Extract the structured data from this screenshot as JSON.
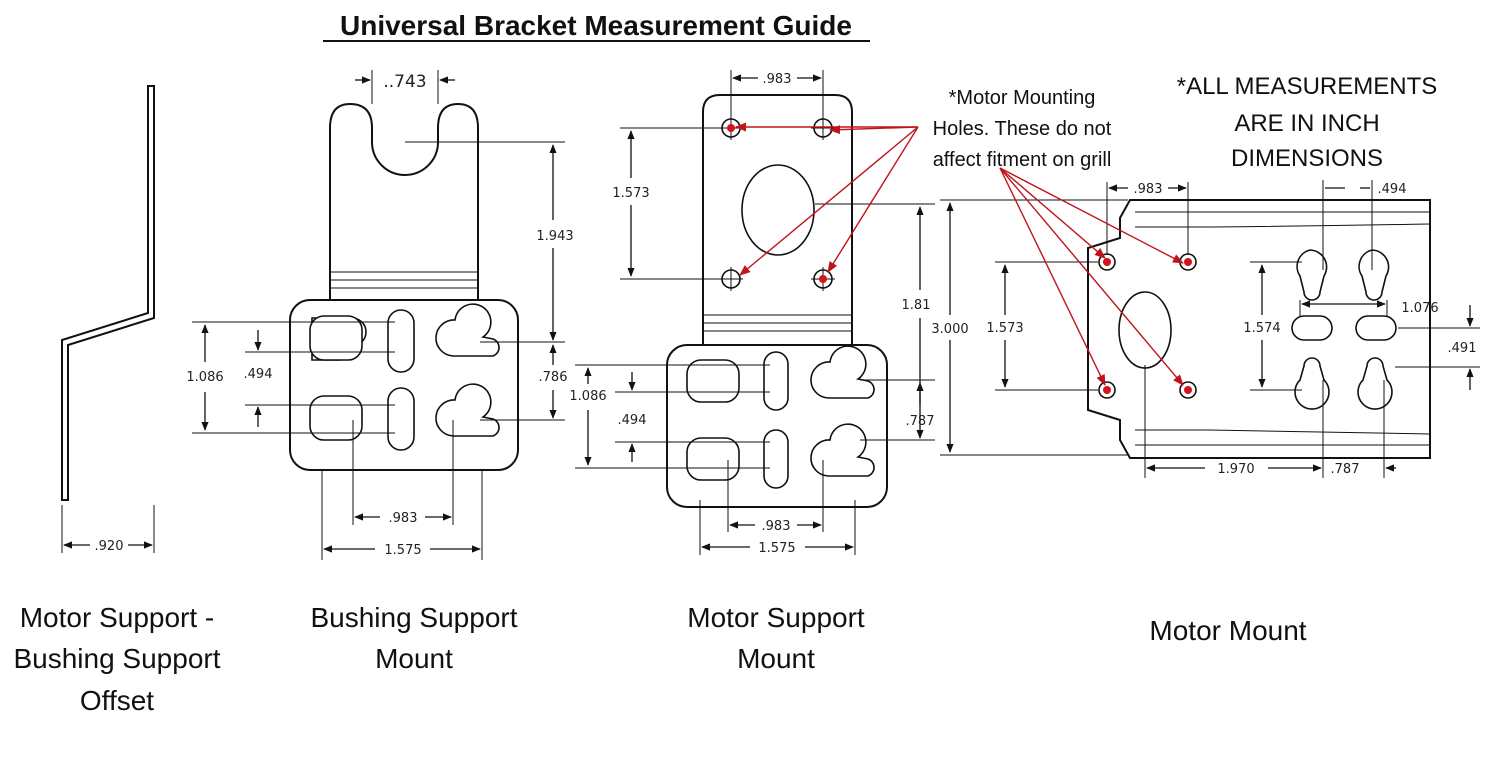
{
  "title": "Universal Bracket Measurement Guide",
  "notes": {
    "motor_holes": [
      "*Motor Mounting",
      "Holes. These do not",
      "affect fitment on grill"
    ],
    "units": [
      "*ALL MEASUREMENTS",
      "ARE IN INCH",
      "DIMENSIONS"
    ]
  },
  "captions": {
    "offset": [
      "Motor Support -",
      "Bushing Support",
      "Offset"
    ],
    "bushing": [
      "Bushing Support",
      "Mount"
    ],
    "motor_support": [
      "Motor Support",
      "Mount"
    ],
    "motor_mount": [
      "Motor Mount"
    ]
  },
  "dimensions": {
    "offset_width": ".920",
    "bushing_slot_width": "..743",
    "bushing_height": "1.943",
    "bushing_outer_spacing": "1.086",
    "bushing_inner_spacing": ".494",
    "bushing_right_spacing": ".786",
    "bushing_hole_spacing": ".983",
    "bushing_total_width": "1.575",
    "ms_top_spacing": ".983",
    "ms_vertical": "1.573",
    "ms_height": "1.81",
    "ms_outer_spacing": "1.086",
    "ms_inner_spacing": ".494",
    "ms_right_spacing": ".787",
    "ms_hole_spacing": ".983",
    "ms_total_width": "1.575",
    "mm_top_spacing": ".983",
    "mm_top_right": ".494",
    "mm_total_height": "3.000",
    "mm_vertical": "1.573",
    "mm_slot_vertical": "1.574",
    "mm_slot_spacing": "1.076",
    "mm_right_spacing": ".491",
    "mm_bottom_width": "1.970",
    "mm_bottom_right": ".787"
  },
  "colors": {
    "annotation": "#c0141c",
    "line": "#111111"
  }
}
